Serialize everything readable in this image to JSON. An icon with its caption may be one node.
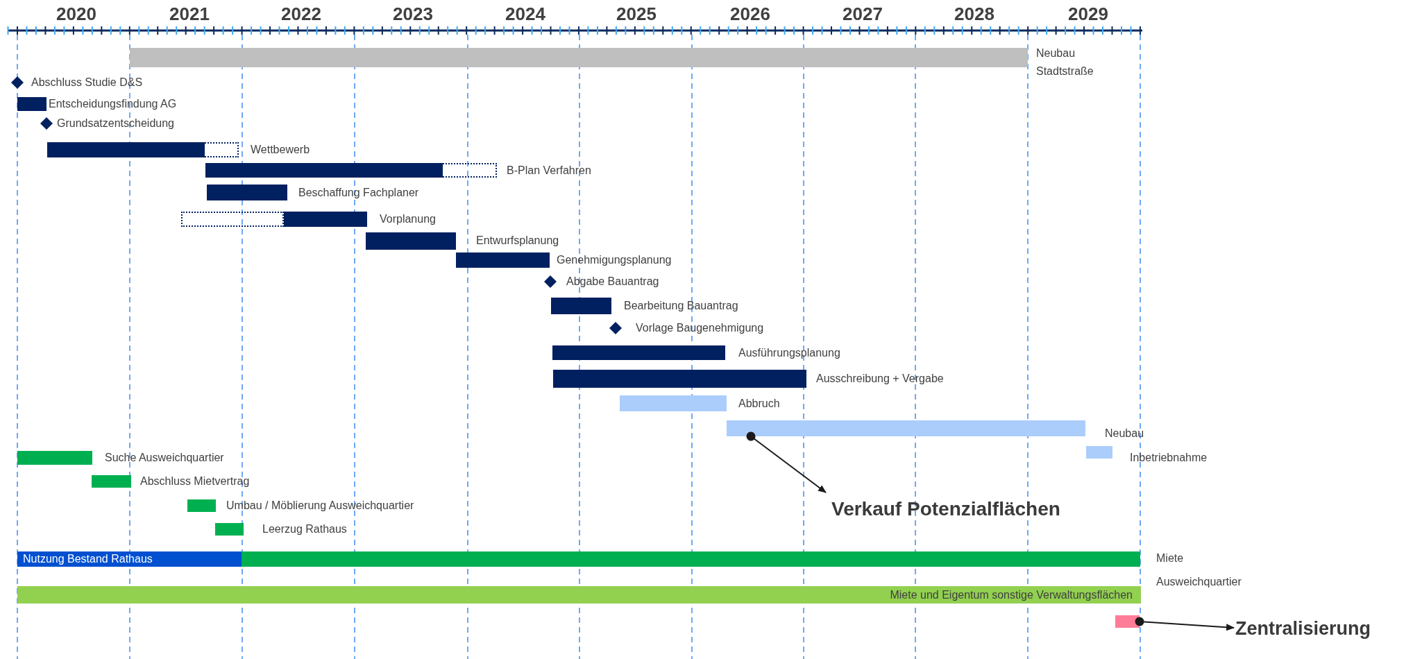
{
  "diagram": {
    "nodes": [
      {
        "text": [],
        "shape": "bar",
        "beside": [
          "Neubau Stadtstraße"
        ]
      },
      {
        "text": [],
        "shape": "diamond",
        "beside": [
          "Abschluss Studie D&S"
        ]
      },
      {
        "text": [],
        "shape": "bar",
        "beside": [
          "Entscheidungsfindung AG"
        ]
      },
      {
        "text": [],
        "shape": "diamond",
        "beside": [
          "Grundsatzentscheidung"
        ]
      },
      {
        "text": [],
        "shape": "bar",
        "beside": [
          "Wettbewerb"
        ]
      },
      {
        "text": [],
        "shape": "bar",
        "beside": [
          "B-Plan Verfahren"
        ]
      },
      {
        "text": [],
        "shape": "bar",
        "beside": [
          "Beschaffung Fachplaner"
        ]
      },
      {
        "text": [],
        "shape": "bar",
        "beside": [
          "Vorplanung"
        ]
      },
      {
        "text": [],
        "shape": "bar"
      },
      {
        "text": [],
        "shape": "bar",
        "beside": [
          "Genehmigungsplanung"
        ]
      },
      {
        "text": [],
        "shape": "diamond",
        "beside": [
          "Abgabe Bauantrag"
        ]
      },
      {
        "text": [],
        "shape": "bar",
        "beside": [
          "Bearbeitung Bauantrag"
        ]
      },
      {
        "text": [],
        "shape": "diamond",
        "beside": [
          "Vorlage Baugenehmigung"
        ]
      },
      {
        "text": [],
        "shape": "bar",
        "beside": [
          "Ausführungsplanung"
        ]
      },
      {
        "text": [],
        "shape": "bar",
        "beside": [
          "Ausschreibung + Vergabe"
        ]
      },
      {
        "text": [],
        "shape": "bar",
        "beside": [
          "Abbruch"
        ]
      },
      {
        "text": [],
        "shape": "bar"
      },
      {
        "text": [],
        "shape": "bar",
        "beside": [
          "Inbetriebnahme"
        ]
      },
      {
        "text": [],
        "shape": "bar",
        "beside": [
          "Suche Ausweichquartier"
        ]
      },
      {
        "text": [],
        "shape": "bar",
        "beside": [
          "Abschluss Mietvertrag"
        ]
      },
      {
        "text": [],
        "shape": "bar",
        "beside": [
          "Umbau / Möblierung Ausweichquartier"
        ]
      },
      {
        "text": [
          "Verkauf Potenzialflächen"
        ]
      },
      {
        "text": [],
        "shape": "bar",
        "beside": [
          "Leerzug Rathaus"
        ]
      },
      {
        "text": [
          "Nutzung Bestand Rathaus"
        ]
      },
      {
        "text": [],
        "shape": "bar",
        "beside": [
          "Miete Ausweichquartier"
        ]
      },
      {
        "text": [
          "Miete und Eigentum sonstige Verwaltungsflächen"
        ]
      },
      {
        "text": [],
        "shape": "bar"
      },
      {
        "text": [
          "Zentralisierung"
        ]
      }
    ],
    "edges": [
      {
        "from": 16,
        "to": 21,
        "arrow": "to"
      },
      {
        "from": 26,
        "to": 27,
        "arrow": "to"
      }
    ],
    "labels": [
      "2020",
      "2021",
      "2022",
      "2023",
      "2024",
      "2025",
      "2026",
      "2027",
      "2028",
      "2029",
      "Entwurfsplanung",
      "Neubau"
    ]
  }
}
